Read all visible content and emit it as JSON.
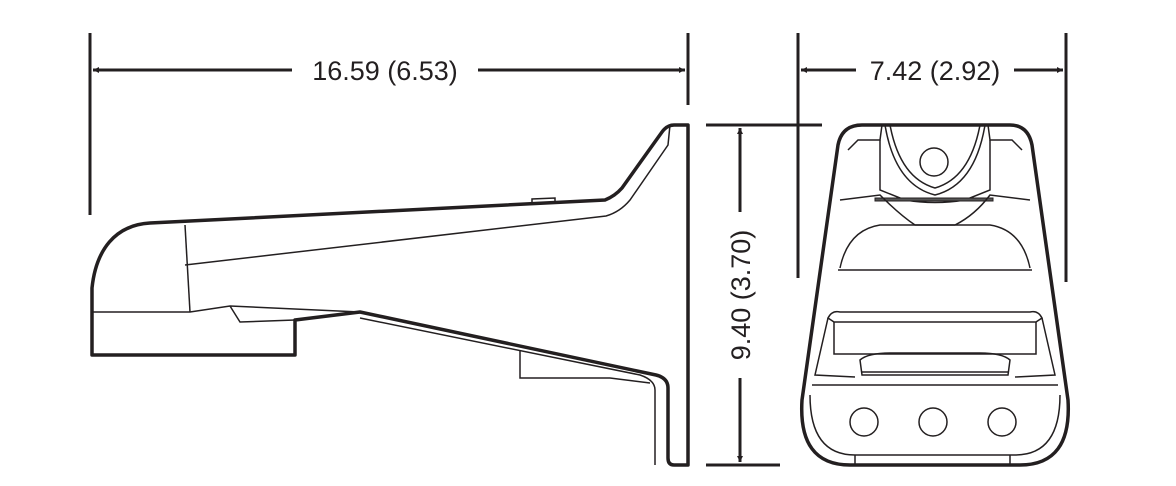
{
  "dimensions": {
    "length": "16.59 (6.53)",
    "width": "7.42 (2.92)",
    "height": "9.40 (3.70)"
  },
  "colors": {
    "line": "#231f20",
    "background": "#ffffff"
  }
}
